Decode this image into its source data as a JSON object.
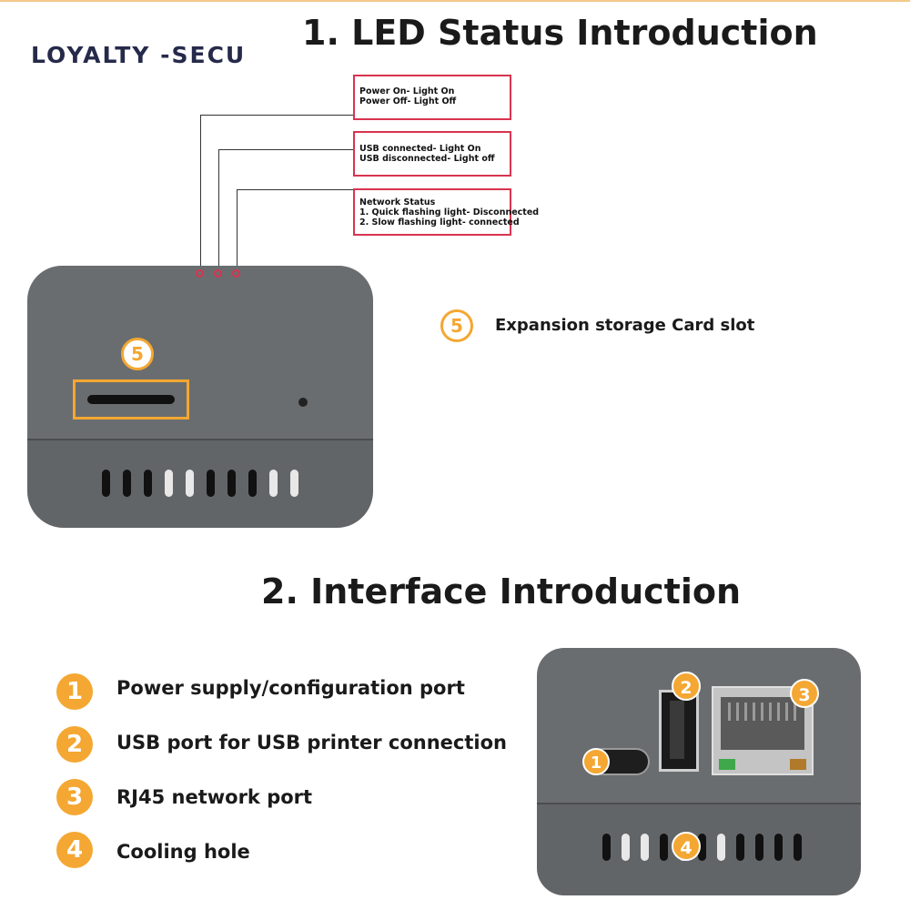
{
  "brand": "LOYALTY -SECU",
  "section1": {
    "title": "1. LED Status Introduction",
    "callouts": [
      {
        "lines": [
          "Power On- Light On",
          "Power Off- Light Off"
        ]
      },
      {
        "lines": [
          "USB connected- Light On",
          "USB disconnected- Light off"
        ]
      },
      {
        "lines": [
          "Network Status",
          "1. Quick flashing light- Disconnected",
          "2. Slow flashing light- connected"
        ]
      }
    ],
    "slot_number": "5",
    "slot_label": "Expansion storage Card slot"
  },
  "section2": {
    "title": "2. Interface Introduction",
    "items": [
      {
        "number": "1",
        "label": "Power supply/configuration port"
      },
      {
        "number": "2",
        "label": "USB port for USB printer connection"
      },
      {
        "number": "3",
        "label": "RJ45 network port"
      },
      {
        "number": "4",
        "label": "Cooling hole"
      }
    ]
  },
  "colors": {
    "accent_orange": "#f4a732",
    "callout_red": "#d8344f",
    "device_gray": "#6a6d70"
  }
}
